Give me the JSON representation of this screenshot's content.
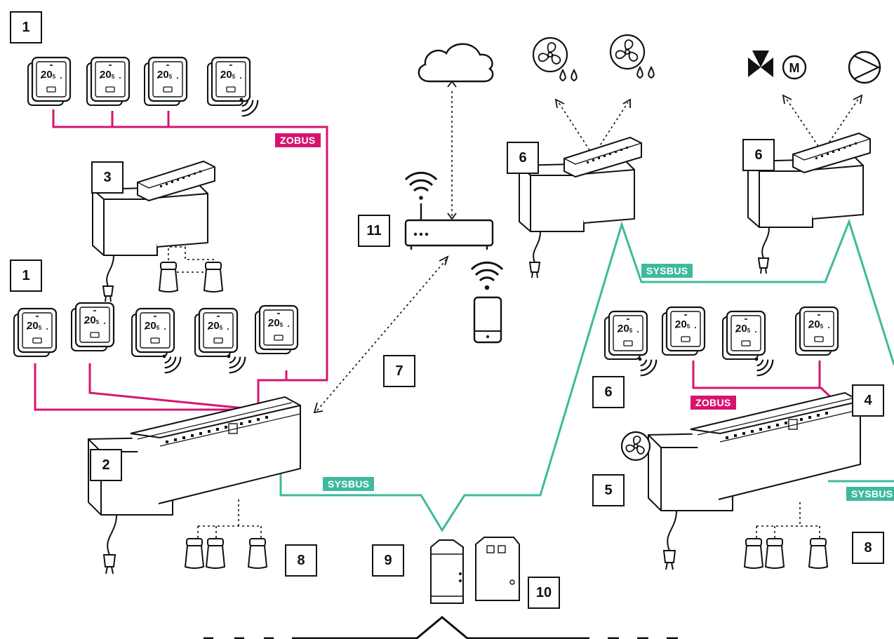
{
  "labels": {
    "n1": "1",
    "n2": "2",
    "n3": "3",
    "n4": "4",
    "n5": "5",
    "n6": "6",
    "n7": "7",
    "n8": "8",
    "n9": "9",
    "n10": "10",
    "n11": "11"
  },
  "bus": {
    "zobus": "ZOBUS",
    "sysbus": "SYSBUS"
  },
  "thermostat": {
    "display": "20",
    "decimal": "5"
  },
  "valve_motor": {
    "letter": "M"
  },
  "colors": {
    "zobus": "#d6146f",
    "sysbus": "#3fb99d",
    "ink": "#111111"
  },
  "icons": [
    "cloud-icon",
    "wifi-icon",
    "router-icon",
    "smartphone-icon",
    "fan-coil-dehumidifier-icon",
    "fan-icon",
    "mixing-valve-icon",
    "motor-icon",
    "pump-icon",
    "thermostat-icon",
    "controller-unit-icon",
    "actuator-icon",
    "din-rail-module-icon",
    "power-plug-icon"
  ]
}
